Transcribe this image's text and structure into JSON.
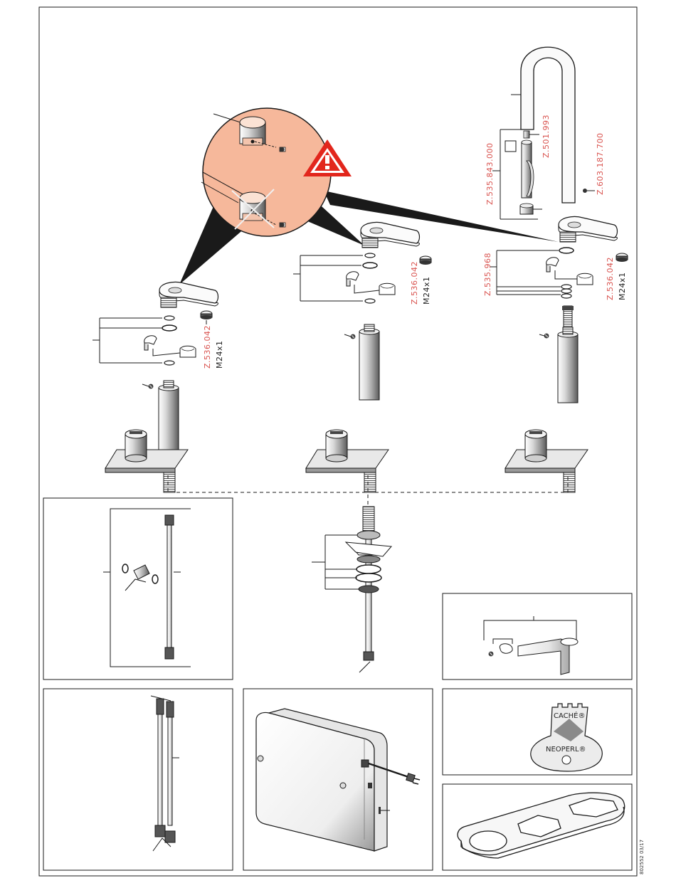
{
  "parts": {
    "left_nut": "Z.536.042",
    "left_thread": "M24x1",
    "mid_nut": "Z.536.042",
    "mid_thread": "M24x1",
    "right_set": "Z.535.968",
    "right_nut": "Z.536.042",
    "right_thread": "M24x1",
    "cartridge_set": "Z.535.843.000",
    "aerator": "Z.501.993",
    "spout": "Z.603.187.700"
  },
  "key_tool": {
    "brand_top": "CACHÉ®",
    "brand_bottom": "NEOPERL®"
  },
  "footer": {
    "doc_code": "802552 03/17"
  },
  "colors": {
    "line": "#1a1a1a",
    "warning_circle": "#f6b89b",
    "warning_red": "#e2261c",
    "part_number_red": "#d9534f"
  }
}
